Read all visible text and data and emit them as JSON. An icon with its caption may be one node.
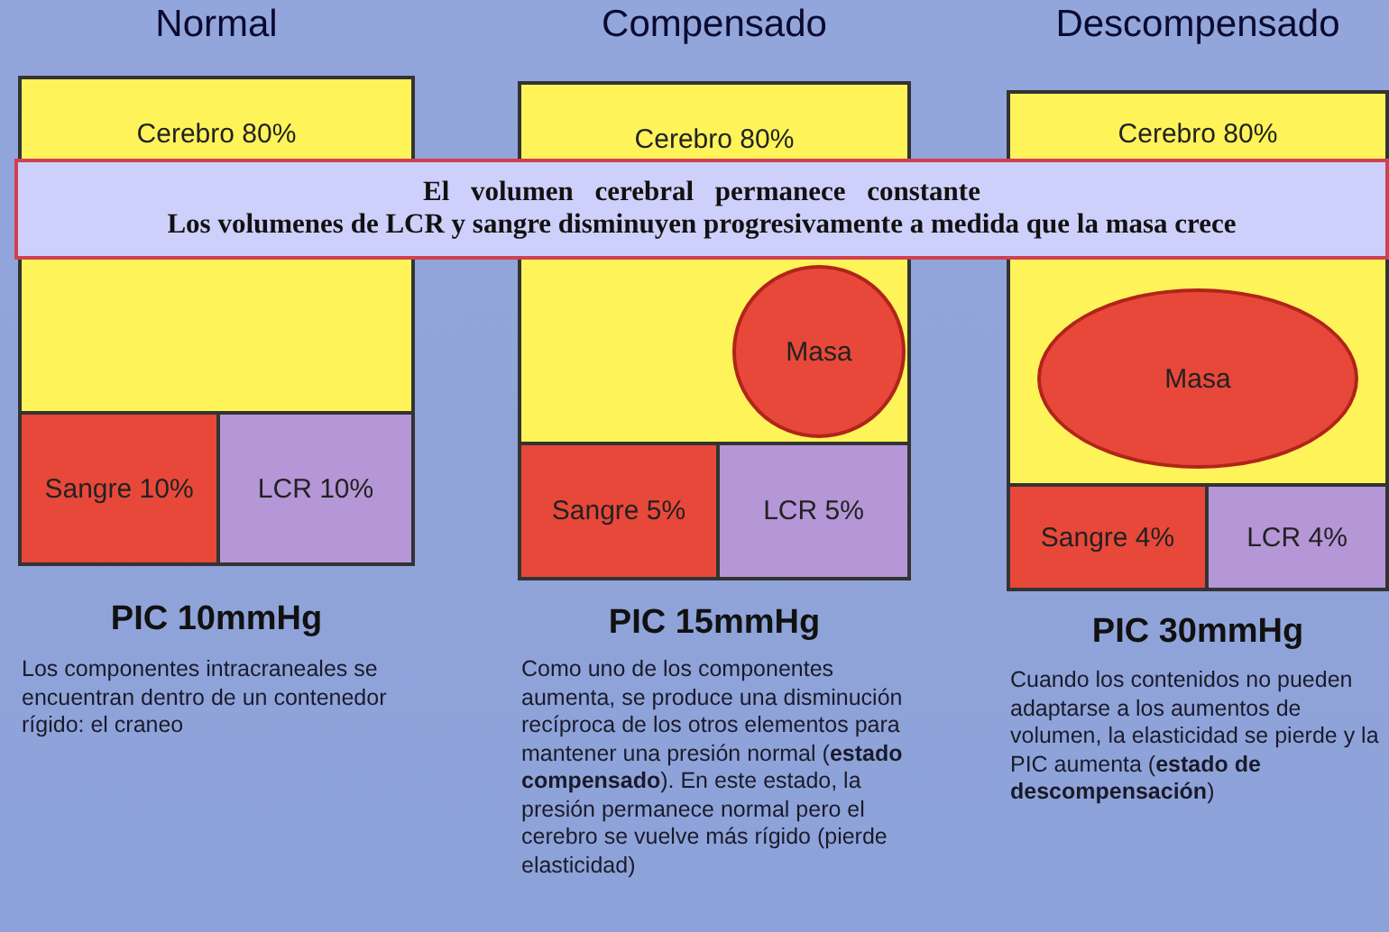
{
  "diagram": {
    "nodes": [
      {
        "text": [
          "Cerebro 80%"
        ]
      },
      {
        "text": [
          "Cerebro 80%"
        ]
      },
      {
        "text": [
          "Cerebro 80%"
        ]
      },
      {
        "text": [
          "El volumen cerebral permanece constante",
          "Los volumenes de LCR y sangre disminuyen progresivamente a medida que la masa crece"
        ]
      },
      {
        "text": [
          "Masa"
        ],
        "in": 1
      },
      {
        "text": [
          "Masa"
        ],
        "in": 2
      },
      {
        "text": [
          "Sangre 10%"
        ]
      },
      {
        "text": [
          "LCR 10%"
        ]
      },
      {
        "text": [
          "Sangre 5%"
        ]
      },
      {
        "text": [
          "LCR 5%"
        ]
      },
      {
        "text": [
          "Sangre 4%"
        ]
      },
      {
        "text": [
          "LCR 4%"
        ]
      }
    ],
    "labels": [
      "Normal",
      "Compensado",
      "Descompensado",
      "PIC 10mmHg",
      "PIC 15mmHg",
      "PIC 30mmHg",
      "Los componentes intracraneales se encuentran dentro de un contenedor rígido: el craneo",
      "Como uno de los componentes aumenta, se produce una disminución recíproca de los otros elementos para mantener una presión normal (**estado compensado**). En este estado, la presión permanece normal pero el cerebro se vuelve más rígido (pierde elasticidad)",
      "Cuando los contenidos no pueden adaptarse a los aumentos de volumen, la elasticidad se pierde y la PIC aumenta (**estado de descompensación**)"
    ]
  }
}
